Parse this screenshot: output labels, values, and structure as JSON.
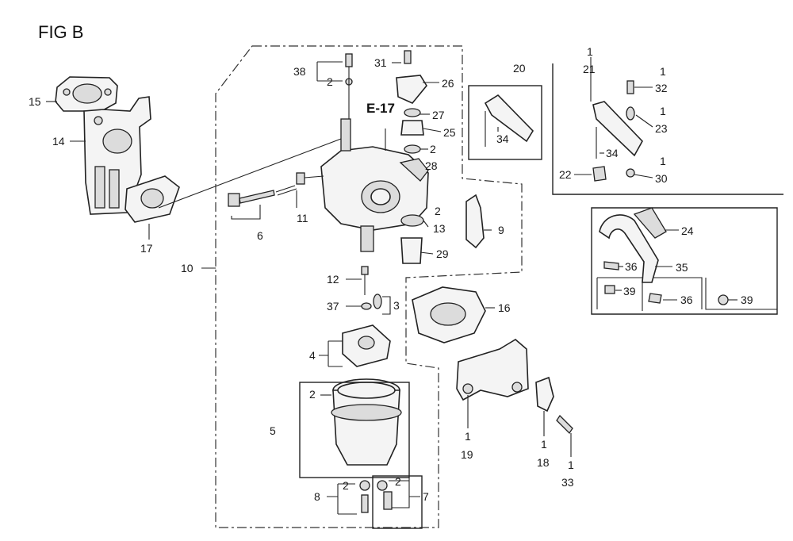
{
  "figure_title": "FIG B",
  "reference": "E-17",
  "callouts": {
    "c1": "38",
    "c2": "2",
    "c3": "31",
    "c4": "26",
    "c5": "27",
    "c6": "25",
    "c7": "2",
    "c8": "28",
    "c9": "20",
    "c10": "34",
    "c11": "1",
    "c12": "21",
    "c13": "1",
    "c14": "32",
    "c15": "1",
    "c16": "23",
    "c17": "34",
    "c18": "22",
    "c19": "1",
    "c20": "30",
    "c21": "15",
    "c22": "14",
    "c23": "17",
    "c24": "6",
    "c25": "11",
    "c26": "2",
    "c27": "13",
    "c28": "9",
    "c29": "29",
    "c30": "24",
    "c31": "36",
    "c32": "35",
    "c33": "39",
    "c34": "36",
    "c35": "39",
    "c36": "10",
    "c37": "12",
    "c38": "37",
    "c39": "3",
    "c40": "16",
    "c41": "4",
    "c42": "2",
    "c43": "5",
    "c44": "1",
    "c45": "19",
    "c46": "1",
    "c47": "18",
    "c48": "1",
    "c49": "33",
    "c50": "8",
    "c51": "2",
    "c52": "2",
    "c53": "7"
  }
}
